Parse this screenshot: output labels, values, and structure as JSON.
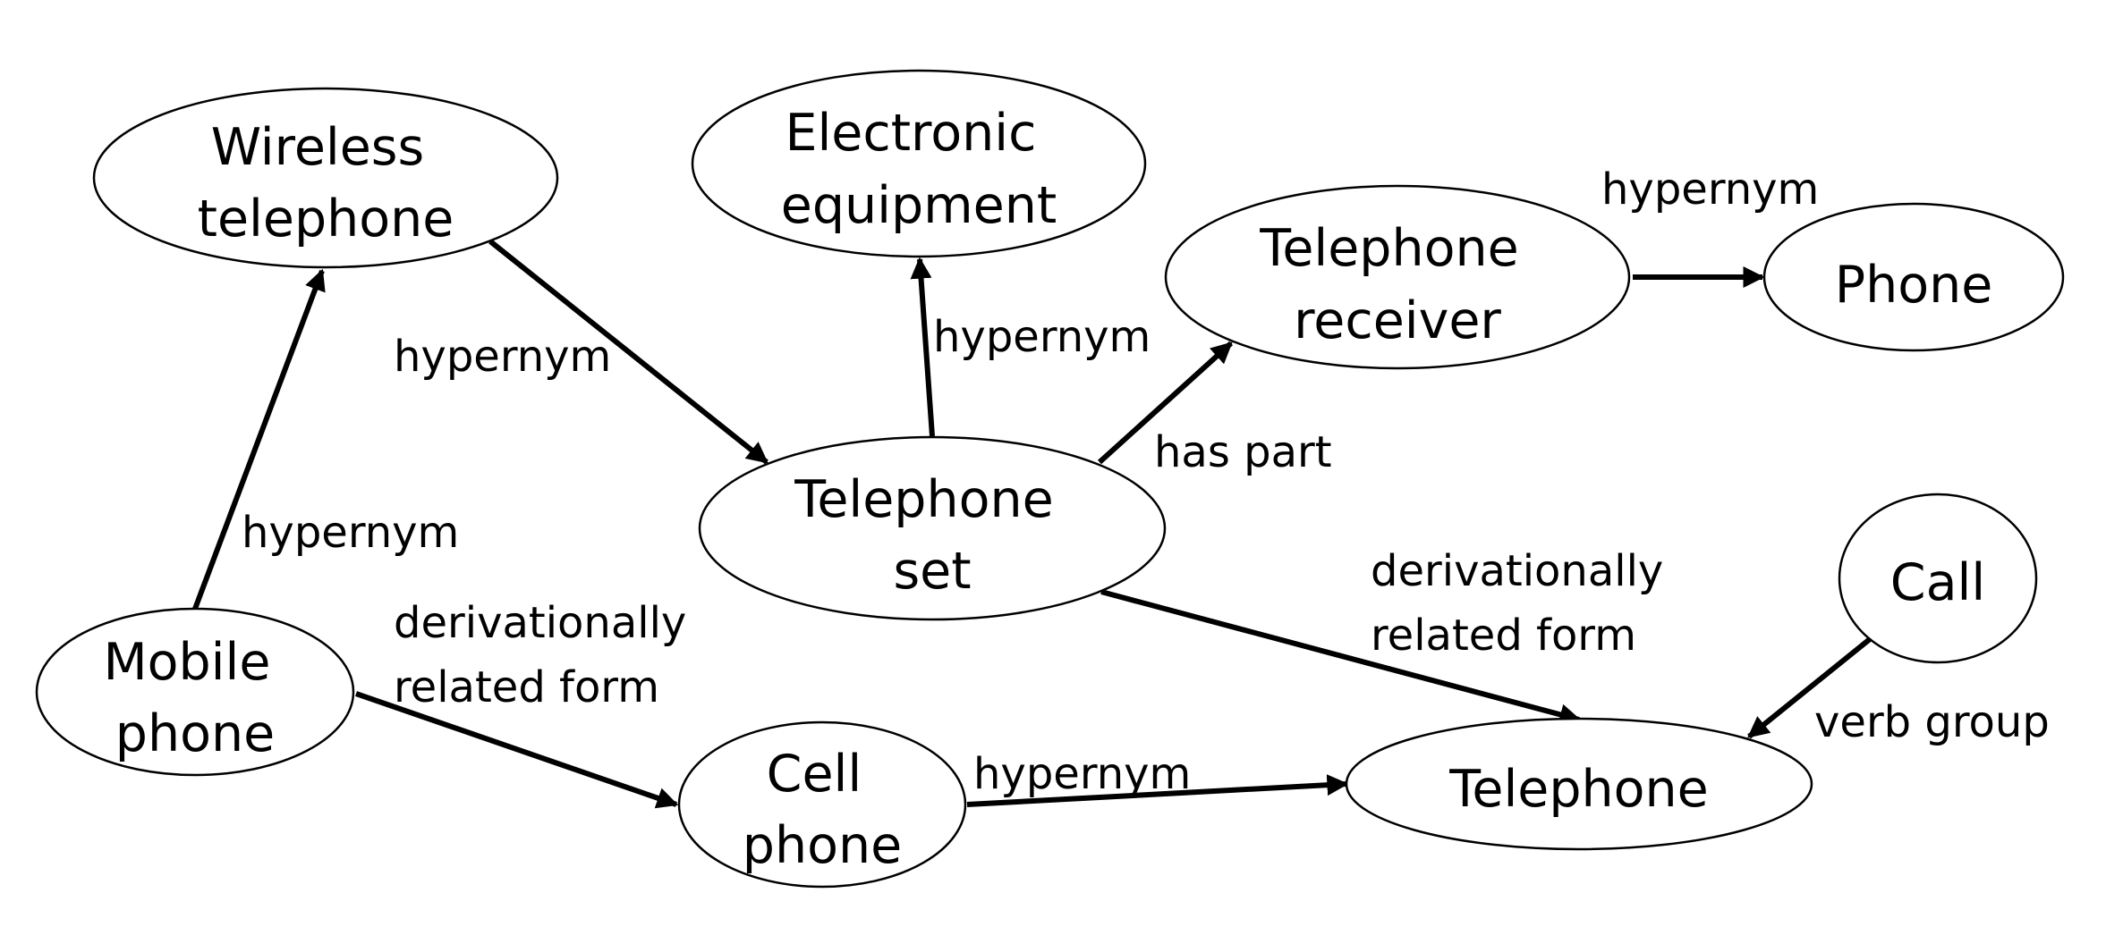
{
  "nodes": {
    "wireless_telephone": [
      "Wireless",
      "telephone"
    ],
    "electronic_equipment": [
      "Electronic",
      "equipment"
    ],
    "telephone_receiver": [
      "Telephone",
      "receiver"
    ],
    "phone": [
      "Phone"
    ],
    "telephone_set": [
      "Telephone",
      "set"
    ],
    "call": [
      "Call"
    ],
    "mobile_phone": [
      "Mobile",
      "phone"
    ],
    "cell_phone": [
      "Cell",
      "phone"
    ],
    "telephone": [
      "Telephone"
    ]
  },
  "edges": {
    "wireless_to_set": "hypernym",
    "set_to_electronic": "hypernym",
    "receiver_to_phone": "hypernym",
    "set_to_receiver": "has part",
    "mobile_to_wireless": "hypernym",
    "set_to_telephone": [
      "derivationally",
      "related form"
    ],
    "mobile_to_cell": [
      "derivationally",
      "related form"
    ],
    "cell_to_telephone": "hypernym",
    "call_to_telephone": "verb group"
  },
  "colors": {
    "stroke": "#000000",
    "fill": "#ffffff",
    "text": "#000000"
  }
}
